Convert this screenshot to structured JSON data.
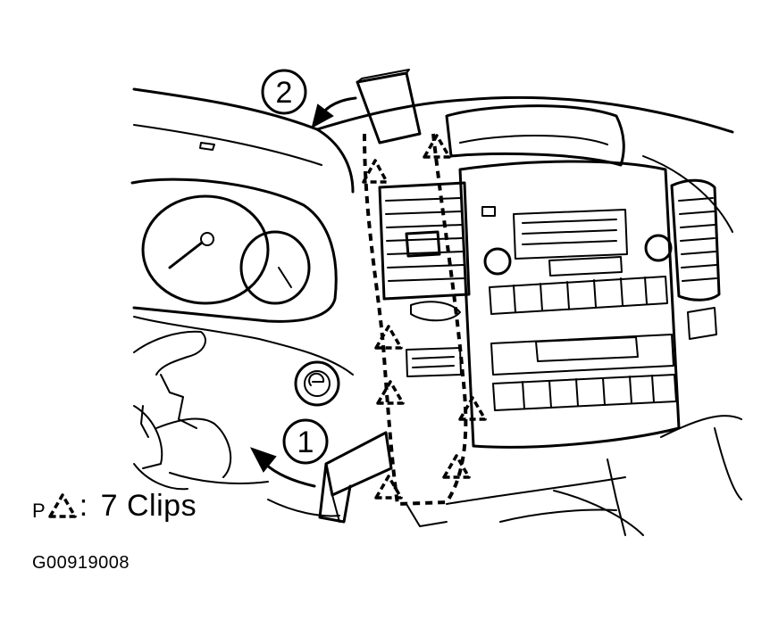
{
  "diagram": {
    "steps": [
      {
        "number": "1",
        "direction": "pull outward from lower left of cluster panel"
      },
      {
        "number": "2",
        "direction": "pull upward and outward from top of panel"
      }
    ],
    "legend": {
      "prefix": "P",
      "colon_label": ":",
      "text": "7 Clips"
    },
    "figure_code": "G00919008",
    "clip_count": 7,
    "clip_symbol": "dashed-triangle-icon"
  }
}
